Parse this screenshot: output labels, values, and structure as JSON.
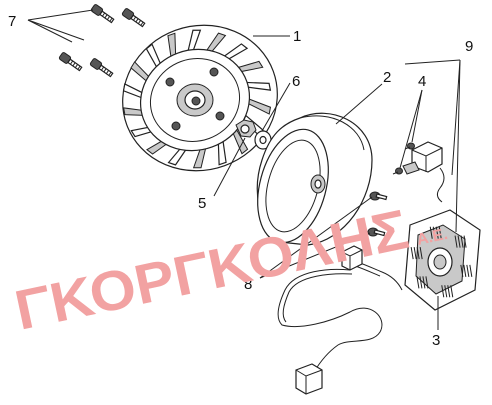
{
  "callouts": {
    "c1": "1",
    "c2": "2",
    "c3": "3",
    "c4": "4",
    "c5": "5",
    "c6": "6",
    "c7": "7",
    "c8": "8",
    "c9": "9"
  },
  "watermark": {
    "main": "ΓΚΟΡΓΚΟΛΗΣ",
    "suffix": "Α.Ε."
  }
}
